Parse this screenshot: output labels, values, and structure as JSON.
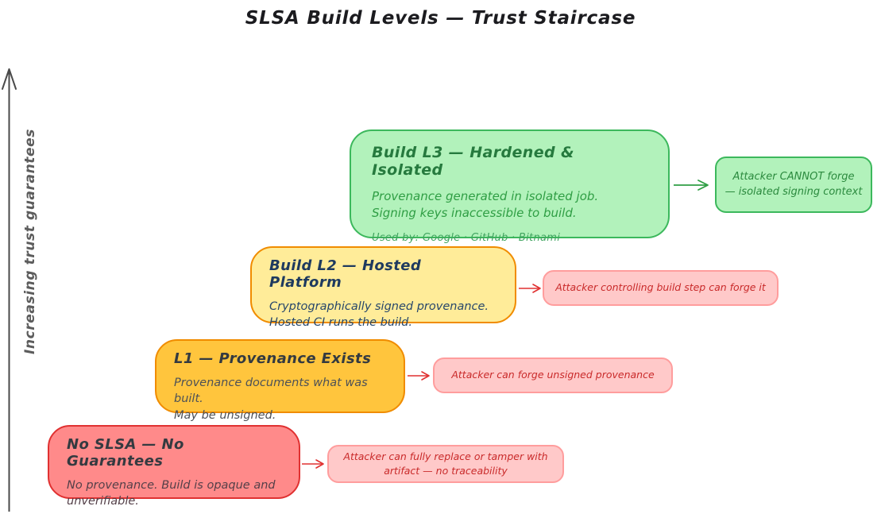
{
  "title": "SLSA Build Levels — Trust Staircase",
  "axis": {
    "label": "Increasing trust guarantees"
  },
  "levels": [
    {
      "id": "build-l3",
      "title": "Build L3 — Hardened & Isolated",
      "body_line1": "Provenance generated in isolated job.",
      "body_line2": "Signing keys inaccessible to build.",
      "used_by": "Used by: Google · GitHub · Bitnami",
      "callout_line1": "Attacker CANNOT forge",
      "callout_line2": "— isolated signing context",
      "colors": {
        "fill": "#b2f2bb",
        "border": "#3cb85c",
        "title_text": "#267a3e",
        "body_text": "#2f9e44"
      }
    },
    {
      "id": "build-l2",
      "title": "Build L2 — Hosted Platform",
      "body_line1": "Cryptographically signed provenance.",
      "body_line2": "Hosted CI runs the build.",
      "callout_line1": "Attacker controlling build step can forge it",
      "colors": {
        "fill": "#ffec99",
        "border": "#f08c00",
        "title_text": "#1e3a5f",
        "body_text": "#27476b"
      }
    },
    {
      "id": "build-l1",
      "title": "L1 — Provenance Exists",
      "body_line1": "Provenance documents what was built.",
      "body_line2": "May be unsigned.",
      "callout_line1": "Attacker can forge unsigned provenance",
      "colors": {
        "fill": "#ffc53d",
        "border": "#f08c00",
        "title_text": "#343a40",
        "body_text": "#4d5157"
      }
    },
    {
      "id": "no-slsa",
      "title": "No SLSA — No Guarantees",
      "body_line1": "No provenance. Build is opaque and",
      "body_line2": "unverifiable.",
      "callout_line1": "Attacker can fully replace or tamper with",
      "callout_line2": "artifact — no traceability",
      "colors": {
        "fill": "#ff8a8a",
        "border": "#e03131",
        "title_text": "#343a40",
        "body_text": "#544049"
      }
    }
  ],
  "callout_palette": {
    "risk_fill": "#ffc9c9",
    "risk_border": "#ff9d9d",
    "risk_text": "#c92a2a",
    "safe_fill": "#b2f2bb",
    "safe_border": "#3cb85c",
    "safe_text": "#2b8a3e",
    "arrow_risk": "#e03131",
    "arrow_safe": "#2f9e44",
    "axis_color": "#4a4a4a"
  }
}
